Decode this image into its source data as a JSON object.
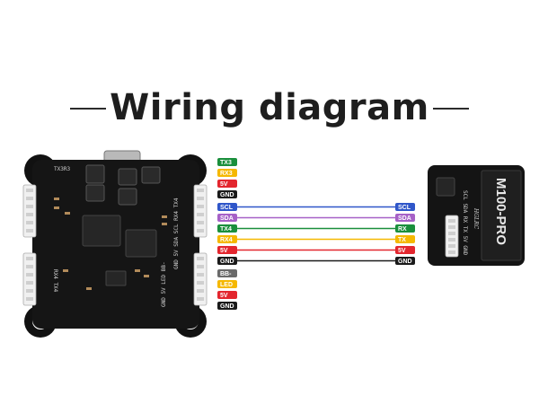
{
  "title": "Wiring diagram",
  "colors": {
    "TX3": "#1a8f3c",
    "RX3": "#f5b800",
    "5V": "#e3262e",
    "GND": "#1a1a1a",
    "SCL": "#2f56c9",
    "SDA": "#a661c7",
    "TX4": "#1a8f3c",
    "RX4": "#f5b800",
    "BB-": "#6a6a6a",
    "LED": "#f5b800"
  },
  "fc_board": {
    "silkscreen_top": "TX3R3",
    "silkscreen_left": "RX4 TX4",
    "silkscreen_right": "GND 5V SDA SCL RX4 TX4",
    "silkscreen_bottom": "GND 5V LED BB-"
  },
  "fc_pads_top": [
    {
      "label": "TX3",
      "color_key": "TX3"
    },
    {
      "label": "RX3",
      "color_key": "RX3"
    },
    {
      "label": "5V",
      "color_key": "5V"
    },
    {
      "label": "GND",
      "color_key": "GND"
    }
  ],
  "fc_pads_mid": [
    {
      "label": "SCL",
      "color_key": "SCL"
    },
    {
      "label": "SDA",
      "color_key": "SDA"
    },
    {
      "label": "TX4",
      "color_key": "TX4"
    },
    {
      "label": "RX4",
      "color_key": "RX4"
    },
    {
      "label": "5V",
      "color_key": "5V"
    },
    {
      "label": "GND",
      "color_key": "GND"
    }
  ],
  "fc_pads_bottom": [
    {
      "label": "BB-",
      "color_key": "BB-"
    },
    {
      "label": "LED",
      "color_key": "LED"
    },
    {
      "label": "5V",
      "color_key": "5V"
    },
    {
      "label": "GND",
      "color_key": "GND"
    }
  ],
  "gps_pads": [
    {
      "label": "SCL",
      "color_key": "SCL"
    },
    {
      "label": "SDA",
      "color_key": "SDA"
    },
    {
      "label": "RX",
      "color_key": "TX4"
    },
    {
      "label": "TX",
      "color_key": "RX4"
    },
    {
      "label": "5V",
      "color_key": "5V"
    },
    {
      "label": "GND",
      "color_key": "GND"
    }
  ],
  "gps_module": {
    "name": "M100-PRO",
    "brand": "HGLRC",
    "pin_labels": "SCL SDA RX TX 5V GND"
  }
}
